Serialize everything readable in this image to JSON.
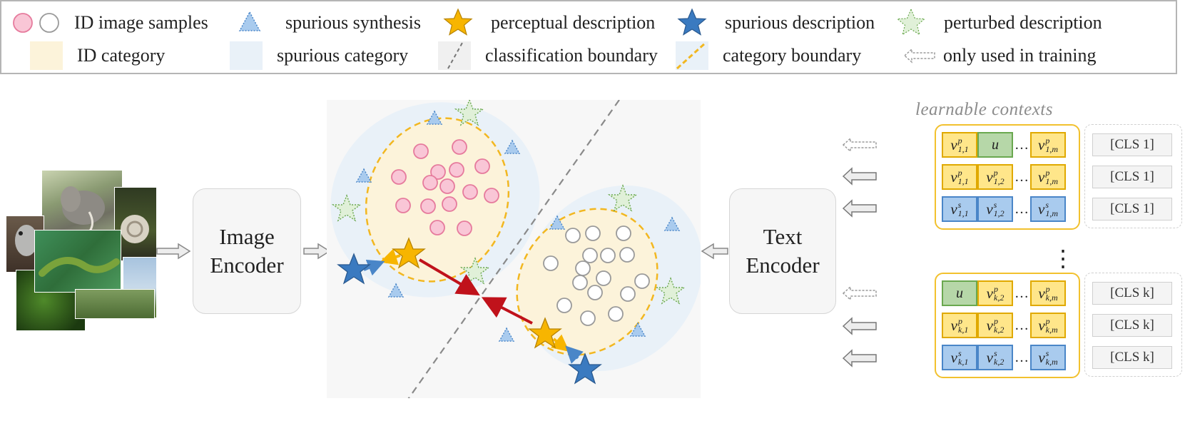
{
  "legend": {
    "id_samples": "ID image samples",
    "spurious_synthesis": "spurious synthesis",
    "perceptual_description": "perceptual description",
    "spurious_description": "spurious description",
    "perturbed_description": "perturbed description",
    "id_category": "ID category",
    "spurious_category": "spurious category",
    "classification_boundary": "classification  boundary",
    "category_boundary": "category boundary",
    "only_training": "only used in training"
  },
  "image_encoder": {
    "line1": "Image",
    "line2": "Encoder"
  },
  "text_encoder": {
    "line1": "Text",
    "line2": "Encoder"
  },
  "contexts_label": "learnable contexts",
  "tokens": {
    "u": "u",
    "dots": "…",
    "vdots": "⋮"
  },
  "cls": {
    "c1": "[CLS 1]",
    "ck": "[CLS k]"
  },
  "colors": {
    "id_sample_fill": "#f9c6d6",
    "id_sample_stroke": "#e67b9d",
    "category_fill": "#fcf3da",
    "spurious_fill": "#e9f1f8",
    "perceptual_star": "#f7b500",
    "spurious_star": "#3a7ac0",
    "perturbed_star": "#e0f0d8",
    "arrow_red": "#c0121b",
    "boundary_yellow": "#f2b720"
  }
}
